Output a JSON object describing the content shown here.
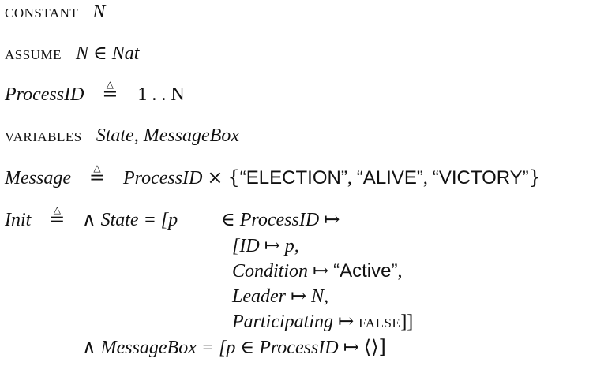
{
  "lines": {
    "constant": {
      "keyword": "constant",
      "name": "N"
    },
    "assume": {
      "keyword": "assume",
      "lhs": "N",
      "op": "∈",
      "rhs": "Nat"
    },
    "processid": {
      "name": "ProcessID",
      "defeq_tri": "△",
      "defeq_eq": "=",
      "range": "1 . . N"
    },
    "variables": {
      "keyword": "variables",
      "v1": "State,",
      "v2": "MessageBox"
    },
    "message": {
      "name": "Message",
      "defeq_tri": "△",
      "defeq_eq": "=",
      "lhs": "ProcessID",
      "times": "×",
      "open": "{",
      "s1": "“ELECTION”",
      "comma1": ",",
      "s2": "“ALIVE”",
      "comma2": ",",
      "s3": "“VICTORY”",
      "close": "}"
    },
    "init": {
      "name": "Init",
      "defeq_tri": "△",
      "defeq_eq": "=",
      "and1": "∧",
      "state": "State",
      "eq1": "= [p",
      "in1": "∈",
      "pid1": "ProcessID",
      "map1": "↦",
      "r1_a": "[ID",
      "r1_map": "↦",
      "r1_b": "p,",
      "r2_a": "Condition",
      "r2_map": "↦",
      "r2_b": "“Active”",
      "r2_c": ",",
      "r3_a": "Leader",
      "r3_map": "↦",
      "r3_b": "N,",
      "r4_a": "Participating",
      "r4_map": "↦",
      "r4_b": "false",
      "r4_c": "]]",
      "and2": "∧",
      "mb": "MessageBox",
      "eq2": "= [p",
      "in2": "∈",
      "pid2": "ProcessID",
      "map2": "↦",
      "seq": "⟨⟩]"
    }
  }
}
